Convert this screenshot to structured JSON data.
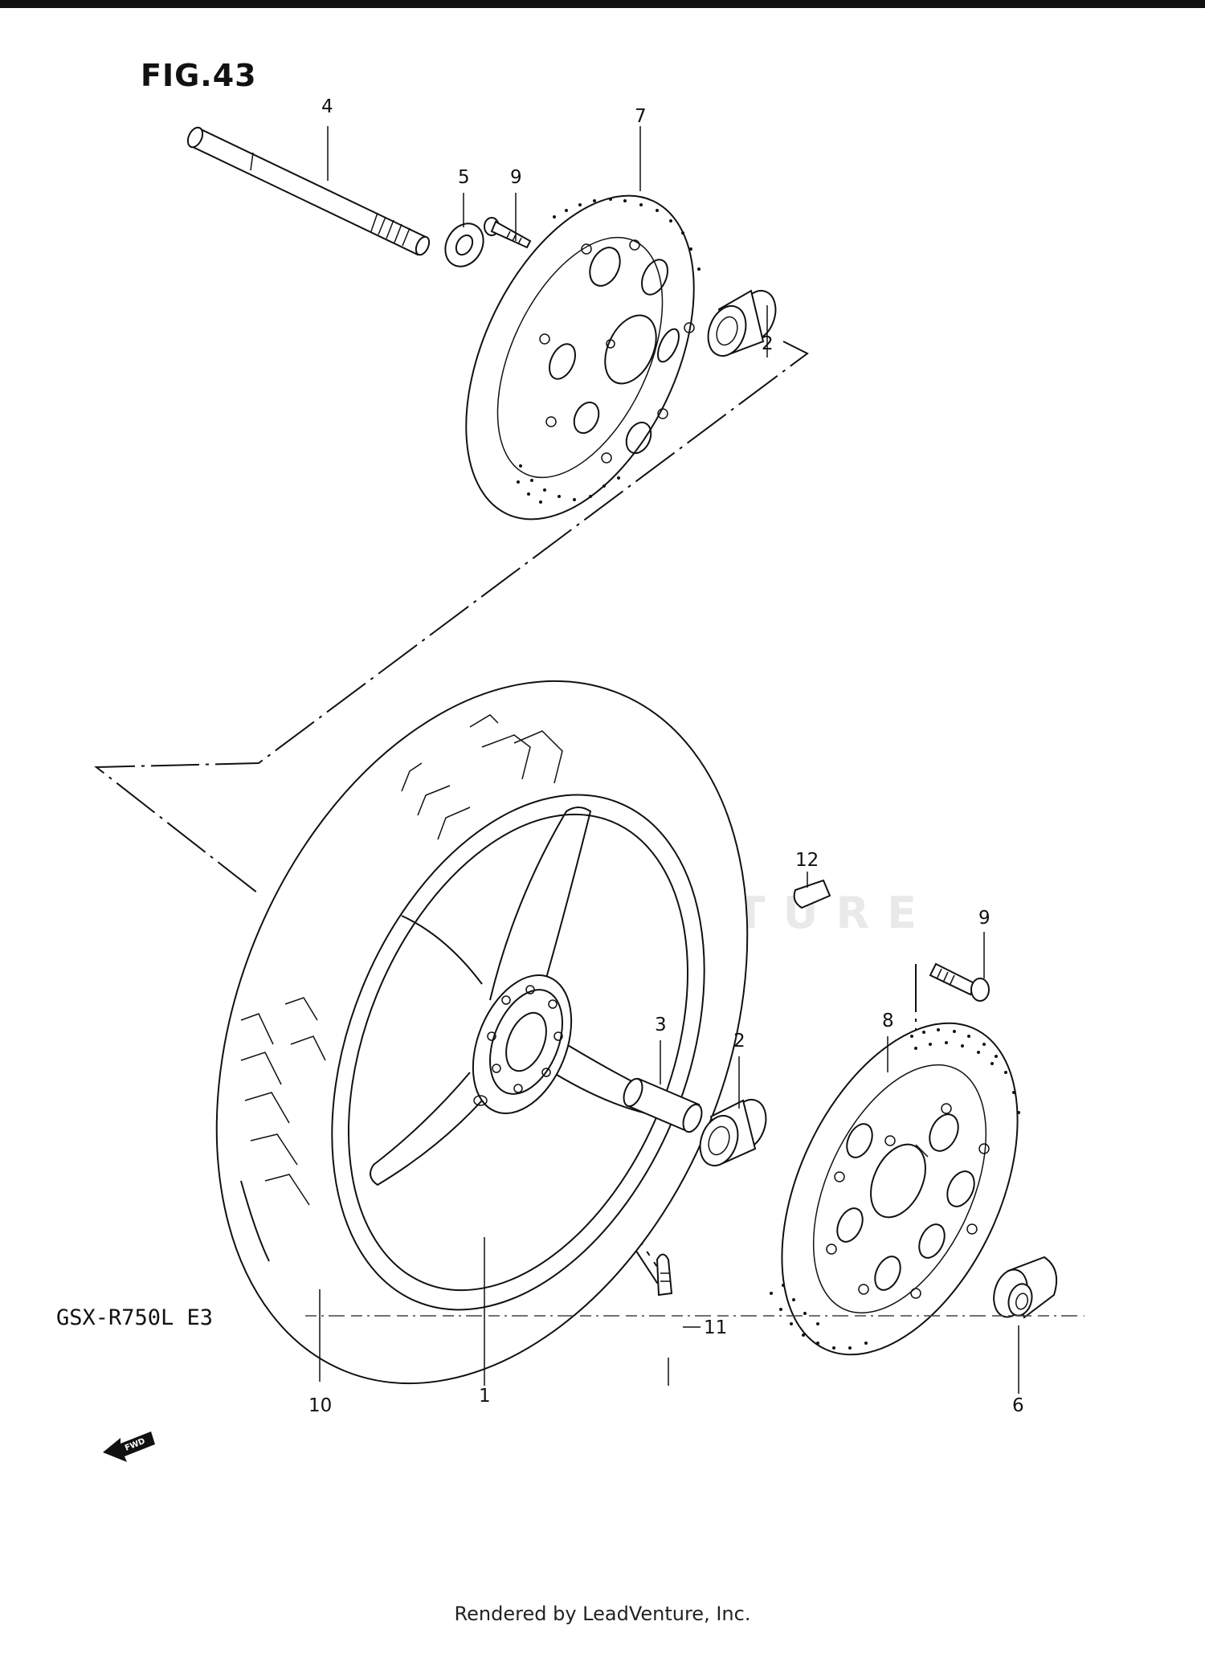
{
  "figure_title": "FIG.43",
  "model_code": "GSX-R750L E3",
  "footer": "Rendered by LeadVenture, Inc.",
  "watermark": "LEADVENTURE",
  "fwd_label": "FWD",
  "callouts": {
    "c1": "1",
    "c2a": "2",
    "c2b": "2",
    "c3": "3",
    "c4": "4",
    "c5": "5",
    "c6": "6",
    "c7": "7",
    "c8": "8",
    "c9a": "9",
    "c9b": "9",
    "c10": "10",
    "c11": "11",
    "c12": "12"
  }
}
